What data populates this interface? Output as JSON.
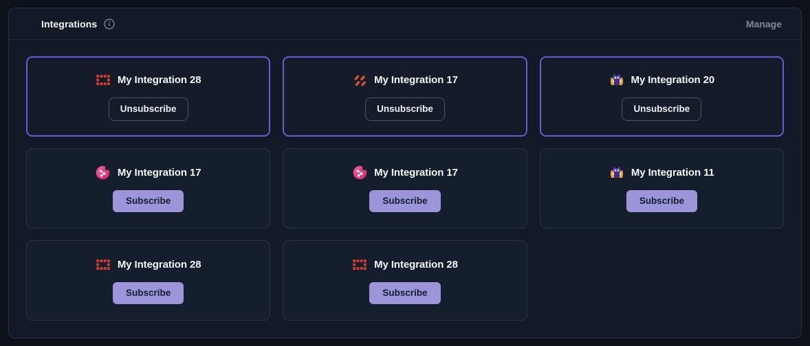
{
  "header": {
    "title": "Integrations",
    "manage_label": "Manage"
  },
  "colors": {
    "subscribed_border": "#665dd3",
    "subscribe_button_bg": "#9c95d9",
    "subscribe_button_text": "#141d30",
    "red_logo": "#d23c2a",
    "orange_logo": "#e2512d",
    "pink_logo": "#d61f69",
    "pink_logo_light": "#f2619b",
    "mascot_purple": "#5b4bc4",
    "mascot_purple_dark": "#3d3190",
    "mascot_yellow": "#f0a32a"
  },
  "cards": [
    {
      "icon": "red-grid-logo-icon",
      "title": "My Integration 28",
      "subscribed": true,
      "button_label": "Unsubscribe"
    },
    {
      "icon": "orange-slashes-logo-icon",
      "title": "My Integration 17",
      "subscribed": true,
      "button_label": "Unsubscribe"
    },
    {
      "icon": "purple-mascot-logo-icon",
      "title": "My Integration 20",
      "subscribed": true,
      "button_label": "Unsubscribe"
    },
    {
      "icon": "pink-share-logo-icon",
      "title": "My Integration 17",
      "subscribed": false,
      "button_label": "Subscribe"
    },
    {
      "icon": "pink-share-logo-icon",
      "title": "My Integration 17",
      "subscribed": false,
      "button_label": "Subscribe"
    },
    {
      "icon": "purple-mascot-logo-icon",
      "title": "My Integration 11",
      "subscribed": false,
      "button_label": "Subscribe"
    },
    {
      "icon": "red-grid-logo-icon",
      "title": "My Integration 28",
      "subscribed": false,
      "button_label": "Subscribe"
    },
    {
      "icon": "red-grid-logo-icon",
      "title": "My Integration 28",
      "subscribed": false,
      "button_label": "Subscribe"
    }
  ]
}
